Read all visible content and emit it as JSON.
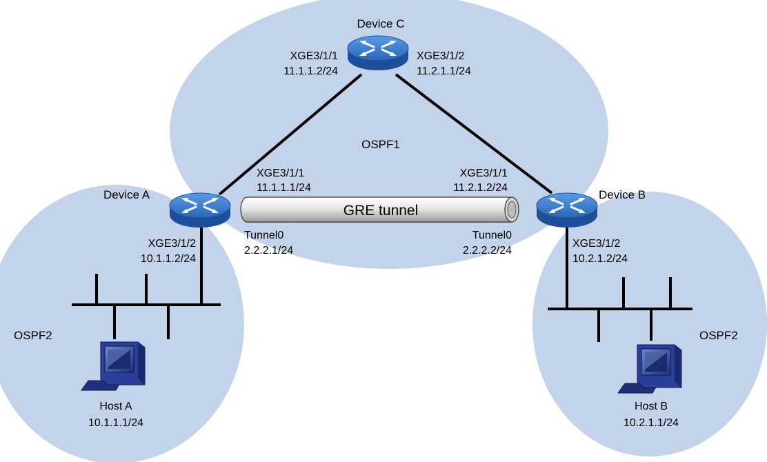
{
  "colors": {
    "area_fill": "#c3d3ea",
    "line": "#000000",
    "router_top": "#3d7fd1",
    "router_side": "#1d4f9a",
    "tunnel_fill": "#dcdcdc"
  },
  "areas": {
    "ospf1": "OSPF1",
    "ospf2_left": "OSPF2",
    "ospf2_right": "OSPF2"
  },
  "devices": {
    "a": {
      "name": "Device A",
      "icon": "router-icon"
    },
    "b": {
      "name": "Device B",
      "icon": "router-icon"
    },
    "c": {
      "name": "Device C",
      "icon": "router-icon"
    }
  },
  "interfaces": {
    "c_left_name": "XGE3/1/1",
    "c_left_ip": "11.1.1.2/24",
    "c_right_name": "XGE3/1/2",
    "c_right_ip": "11.2.1.1/24",
    "a_up_name": "XGE3/1/1",
    "a_up_ip": "11.1.1.1/24",
    "b_up_name": "XGE3/1/1",
    "b_up_ip": "11.2.1.2/24",
    "a_down_name": "XGE3/1/2",
    "a_down_ip": "10.1.1.2/24",
    "b_down_name": "XGE3/1/2",
    "b_down_ip": "10.2.1.2/24",
    "a_tunnel_name": "Tunnel0",
    "a_tunnel_ip": "2.2.2.1/24",
    "b_tunnel_name": "Tunnel0",
    "b_tunnel_ip": "2.2.2.2/24"
  },
  "tunnel": {
    "label": "GRE tunnel"
  },
  "hosts": {
    "a": {
      "name": "Host A",
      "ip": "10.1.1.1/24",
      "icon": "computer-icon"
    },
    "b": {
      "name": "Host B",
      "ip": "10.2.1.1/24",
      "icon": "computer-icon"
    }
  }
}
